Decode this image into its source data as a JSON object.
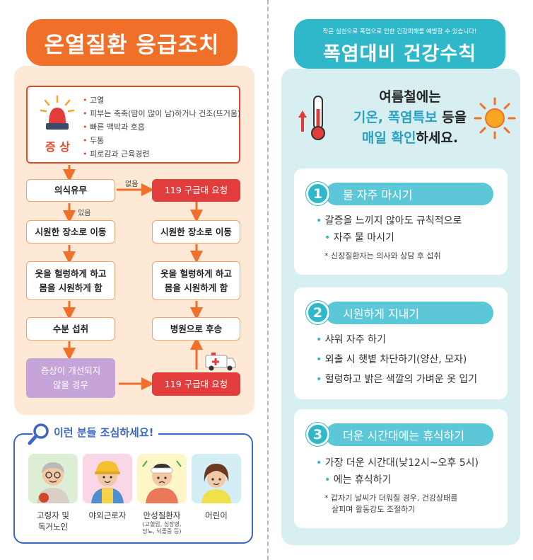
{
  "left": {
    "title": "온열질환 응급조치",
    "symptoms": {
      "label": "증 상",
      "items": [
        "고열",
        "피부는 축축(땀이 많이 남)하거나 건조(뜨거움)",
        "빠른 맥박과 호흡",
        "두통",
        "피로감과 근육경련"
      ]
    },
    "flow": {
      "consciousness": "의식유무",
      "none": "없음",
      "yes": "있음",
      "call_119_top": "119 구급대 요청",
      "move_cool_left": "시원한 장소로 이동",
      "move_cool_right": "시원한 장소로 이동",
      "loosen_left_1": "옷을 헐렁하게 하고",
      "loosen_left_2": "몸을 시원하게 함",
      "loosen_right_1": "옷을 헐렁하게 하고",
      "loosen_right_2": "몸을 시원하게 함",
      "drink": "수분 섭취",
      "hospital": "병원으로 후송",
      "no_improve_1": "증상이 개선되지",
      "no_improve_2": "않을 경우",
      "call_119_bottom": "119 구급대 요청"
    },
    "caution": {
      "title": "이런 분들 조심하세요!",
      "people": [
        {
          "label1": "고령자 및",
          "label2": "독거노인",
          "sub1": "",
          "sub2": ""
        },
        {
          "label1": "야외근로자",
          "label2": "",
          "sub1": "",
          "sub2": ""
        },
        {
          "label1": "만성질환자",
          "label2": "",
          "sub1": "(고혈압, 심장병,",
          "sub2": "당뇨, 뇌졸중 등)"
        },
        {
          "label1": "어린이",
          "label2": "",
          "sub1": "",
          "sub2": ""
        }
      ]
    }
  },
  "right": {
    "subtitle": "작은 실천으로 폭염으로 인한 건강피해를 예방할 수 있습니다!",
    "title": "폭염대비 건강수칙",
    "intro": {
      "line1": "여름철에는",
      "line2_hl": "기온, 폭염특보",
      "line2_rest": " 등을",
      "line3_hl": "매일 확인",
      "line3_rest": "하세요."
    },
    "tips": [
      {
        "num": "1",
        "title": "물 자주 마시기",
        "items": [
          "갈증을 느끼지 않아도 규칙적으로",
          "자주 물 마시기"
        ],
        "note": "* 신장질환자는 의사와 상담 후 섭취",
        "note2": ""
      },
      {
        "num": "2",
        "title": "시원하게 지내기",
        "items": [
          "샤워 자주 하기",
          "외출 시 햇볕 차단하기(양산, 모자)",
          "헐렁하고 밝은 색깔의 가벼운 옷 입기"
        ],
        "note": "",
        "note2": ""
      },
      {
        "num": "3",
        "title": "더운 시간대에는 휴식하기",
        "items": [
          "가장 더운 시간대(낮12시~오후 5시)",
          "에는 휴식하기"
        ],
        "note": "* 갑자기 날씨가 더워질 경우, 건강상태를",
        "note2": "살피며 활동강도 조절하기"
      }
    ]
  },
  "colors": {
    "orange": "#f07029",
    "red": "#e23c3c",
    "teal": "#2eb8c9",
    "blue": "#3c67c4",
    "purple": "#c6a4d9"
  }
}
